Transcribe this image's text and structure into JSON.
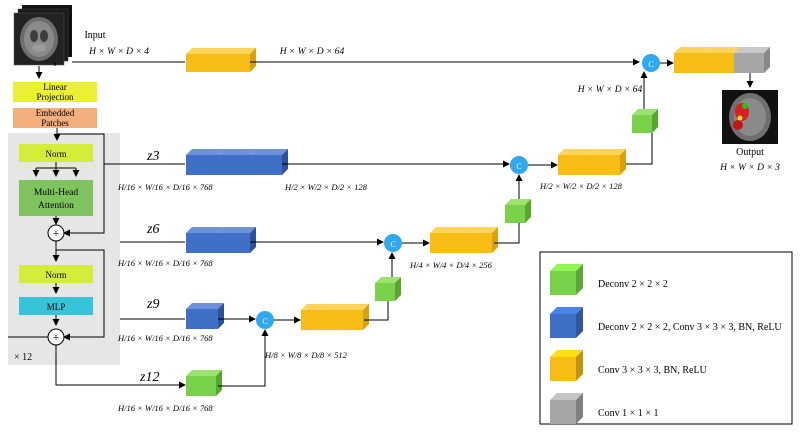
{
  "input": {
    "label": "Input",
    "shape": "H × W × D × 4"
  },
  "output": {
    "label": "Output",
    "shape": "H × W × D × 3"
  },
  "encoder": {
    "linear_projection": [
      "Linear",
      "Projection"
    ],
    "embedded_patches": [
      "Embedded",
      "Patches"
    ],
    "norm1": "Norm",
    "attention": [
      "Multi-Head",
      "Attention"
    ],
    "plus": "+",
    "norm2": "Norm",
    "mlp": "MLP",
    "repeat": "× 12"
  },
  "skip_labels": {
    "z3": "z3",
    "z6": "z6",
    "z9": "z9",
    "z12": "z12"
  },
  "shape_labels": {
    "top": "H × W × D × 64",
    "top_right": "H × W × D × 64",
    "z3_in": "H/16 × W/16 × D/16 × 768",
    "z3_out": "H/2 × W/2 × D/2 × 128",
    "z6_in": "H/16 × W/16 × D/16 × 768",
    "z6_out": "H/4 × W/4 × D/4 × 256",
    "z9_in": "H/16 × W/16 × D/16 × 768",
    "z9_out": "H/8 × W/8 × D/8 × 512",
    "z12_in": "H/16 × W/16 × D/16 × 768"
  },
  "concat_symbol": "C",
  "legend": [
    {
      "color": "#7ad14a",
      "label": "Deconv 2 × 2 × 2"
    },
    {
      "color": "#3f6fc6",
      "label": "Deconv 2 × 2 × 2, Conv 3 × 3 × 3, BN, ReLU"
    },
    {
      "color": "#f7bd14",
      "label": "Conv 3 × 3 × 3, BN, ReLU"
    },
    {
      "color": "#a6a6a6",
      "label": "Conv 1 × 1 × 1"
    }
  ],
  "colors": {
    "green": "#7ad14a",
    "blue": "#3f6fc6",
    "orange": "#f7bd14",
    "gray": "#a6a6a6",
    "concat": "#2fa8f0",
    "yellow_box": "#ecf034",
    "salmon_box": "#f4ae7c",
    "norm_box": "#d4ec3a",
    "attn_box": "#7fc35f",
    "mlp_box": "#36c4d8",
    "panel": "#e6e6e6"
  }
}
